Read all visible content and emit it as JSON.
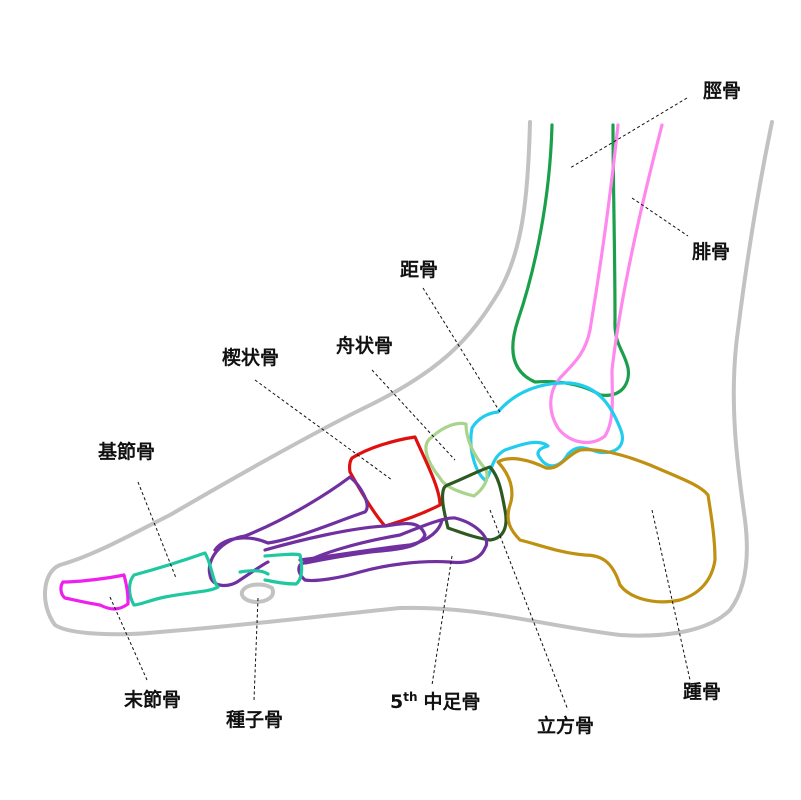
{
  "labels": {
    "tibia": "脛骨",
    "fibula": "腓骨",
    "talus": "距骨",
    "navicular": "舟状骨",
    "cuneiform": "楔状骨",
    "proximal_phalanx": "基節骨",
    "distal_phalanx": "末節骨",
    "sesamoid": "種子骨",
    "fifth_metatarsal_num": "5",
    "fifth_metatarsal_sup": "th",
    "fifth_metatarsal_text": "中足骨",
    "cuboid": "立方骨",
    "calcaneus": "踵骨"
  },
  "colors": {
    "skin": "#c2c2c2",
    "tibia": "#1aa04a",
    "fibula": "#ff88ee",
    "talus": "#22ccee",
    "navicular": "#aad48c",
    "cuneiform": "#e01010",
    "cuboid": "#2e5a22",
    "calcaneus": "#c09010",
    "metatarsal": "#7030a0",
    "phalanx": "#20c8a0",
    "distal_phalanx": "#ee20ee",
    "leader": "#111111",
    "text": "#111111"
  }
}
